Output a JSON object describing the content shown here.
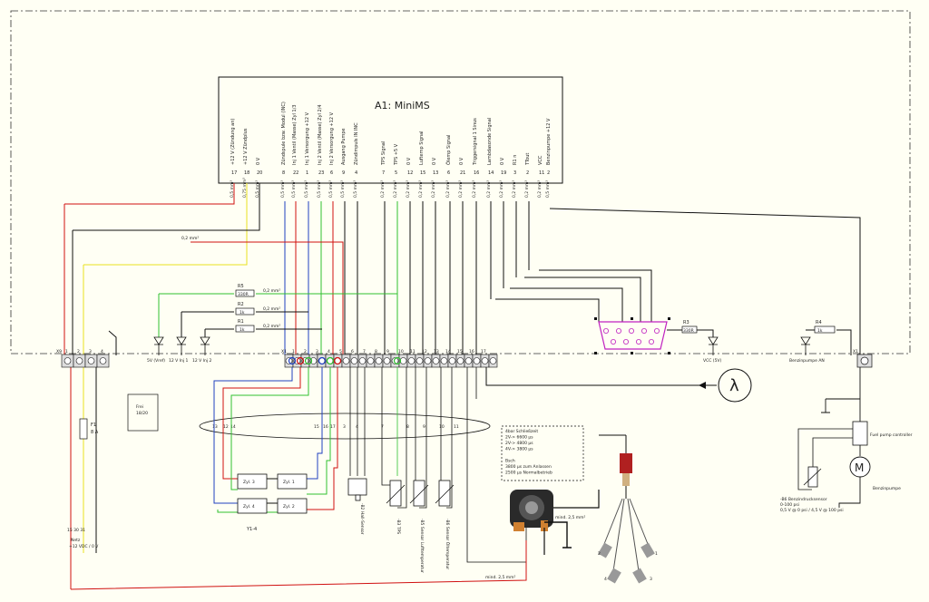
{
  "module": {
    "title": "A1: MiniMS",
    "pins": [
      {
        "label": "+12 V (Zündung an)",
        "num": "17"
      },
      {
        "label": "+12 V Zündplus",
        "num": "18"
      },
      {
        "label": "0 V",
        "num": "20"
      },
      {
        "label": "Zündspule bzw. Modul (INC)",
        "num": "8"
      },
      {
        "label": "Inj 1 Ventil (Masse) Zyl 1/3",
        "num": "22"
      },
      {
        "label": "Inj 1 Versorgung +12 V",
        "num": "1"
      },
      {
        "label": "Inj 2 Ventil (Masse) Zyl 2/4",
        "num": "23"
      },
      {
        "label": "Inj 2 Versorgung +12 V",
        "num": "6"
      },
      {
        "label": "Ausgang Pumpe",
        "num": "9"
      },
      {
        "label": "Zündimpuls IN INC",
        "num": "4"
      },
      {
        "label": "TPS Signal",
        "num": "7"
      },
      {
        "label": "TPS +5 V",
        "num": "5"
      },
      {
        "label": "0 V",
        "num": "12"
      },
      {
        "label": "Luftemp Signal",
        "num": "15"
      },
      {
        "label": "0 V",
        "num": "13"
      },
      {
        "label": "Ölemp Signal",
        "num": "6"
      },
      {
        "label": "0 V",
        "num": "21"
      },
      {
        "label": "Triggersignal 1 Sinus",
        "num": "16"
      },
      {
        "label": "Lambdasonde Signal",
        "num": "14"
      },
      {
        "label": "0 V",
        "num": "19"
      },
      {
        "label": "R1 n",
        "num": "3"
      },
      {
        "label": "TTout",
        "num": "2"
      },
      {
        "label": "VCC",
        "num": "11"
      },
      {
        "label": "Benzinpumpe +12 V",
        "num": "2"
      }
    ],
    "wire_gauge_small": "0,2 mm²",
    "wire_gauge_large": "0,5 mm²",
    "wire_gauge_medium": "0,75 mm²"
  },
  "wire_labels": {
    "w1": "0,2 mm²",
    "w2": "0,2 mm²",
    "w3": "0,2 mm²",
    "w4": "0,2 mm²",
    "w5": "0,2 mm²",
    "gnd1": "mind. 2,5 mm²",
    "gnd2": "mind. 2,5 mm²"
  },
  "resistors": {
    "r5": "R5",
    "r5v": "330R",
    "r2": "R2",
    "r2v": "1k",
    "r1": "R1",
    "r1v": "1k",
    "r3": "R3",
    "r3v": "330R",
    "r4": "R4",
    "r4v": "1k"
  },
  "leds": {
    "l1": "5V (Vref)",
    "l2": "12 V Inj 1",
    "l3": "12 V Inj 2",
    "l4": "VCC (5V)",
    "l5": "Benzinpumpe AN"
  },
  "connectors": {
    "x9": "X9",
    "x1": "X1",
    "x1b": "X1",
    "x9_pins": [
      "1",
      "2",
      "3",
      "4"
    ],
    "x1_pins": [
      "5",
      "6",
      "7",
      "8",
      "9",
      "10",
      "11",
      "12",
      "13",
      "14",
      "15",
      "16",
      "17"
    ],
    "x1_left": [
      "1",
      "2",
      "3",
      "4"
    ]
  },
  "fuse": {
    "name": "F1",
    "value": "8 A"
  },
  "frei": {
    "line1": "Frei",
    "line2": "18/20"
  },
  "supply": {
    "line1": "15 30 31",
    "line2": "Netz",
    "line3": "+12 VDC / 0 V"
  },
  "harness": {
    "nums": [
      "13",
      "12",
      "14",
      "15",
      "16",
      "17",
      "3",
      "4",
      "7",
      "8",
      "9",
      "10",
      "11"
    ]
  },
  "injectors": {
    "z3": "Zyl. 3",
    "z1": "Zyl. 1",
    "z4": "Zyl. 4",
    "z2": "Zyl. 2",
    "group": "Y1-4"
  },
  "sensors": {
    "s1": "-B2 Hall-Sensor",
    "s2": "-B3 TPS",
    "s3": "-B5 Sensor Lufttemperatur",
    "s4": "-B6 Sensor Öltemperatur"
  },
  "timing_note": {
    "lines": [
      "4bar Schließzeit",
      "2V-> 6600 µs",
      "2V-> 4800 µs",
      "4V-> 3800 µs",
      "",
      "Bsch",
      "3800 µs zum Anlassen",
      "2500 µs Normalbetrieb"
    ]
  },
  "pump": {
    "controller": "Fuel pump controller",
    "pump_label": "Benzinpumpe",
    "sensor_note": [
      "-B6 Benzindrucksensor",
      "0-100 psi",
      "0,5 V @ 0 psi / 4,5 V @ 100 psi"
    ]
  },
  "lambda": "λ",
  "spark": {
    "p1": "1",
    "p2": "2",
    "p3": "3",
    "p4": "4",
    "p5": "2"
  },
  "colors": {
    "red": "#d01010",
    "yellow": "#e8e020",
    "green": "#30c030",
    "blue": "#2040c0",
    "darkred": "#900000",
    "black": "#111111",
    "magenta": "#c020c0",
    "dashed": "#333333"
  }
}
